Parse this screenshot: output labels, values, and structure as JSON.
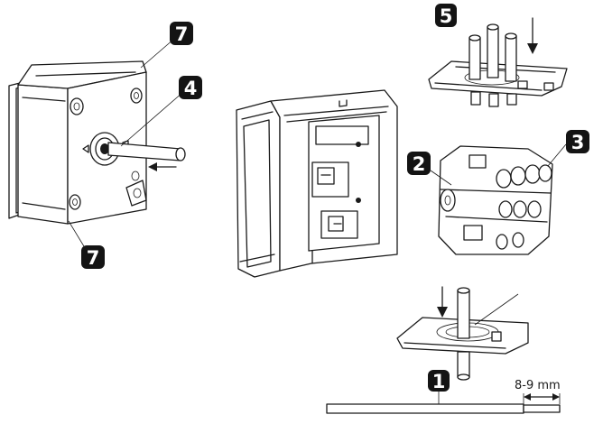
{
  "callouts": [
    {
      "id": "1",
      "label": "1"
    },
    {
      "id": "2",
      "label": "2"
    },
    {
      "id": "3",
      "label": "3"
    },
    {
      "id": "4",
      "label": "4"
    },
    {
      "id": "5",
      "label": "5"
    },
    {
      "id": "7a",
      "label": "7"
    },
    {
      "id": "7b",
      "label": "7"
    }
  ],
  "strip_length_label": "8-9 mm",
  "colors": {
    "line": "#1a1a1a",
    "callout_bg": "#141414",
    "callout_text": "#ffffff"
  }
}
